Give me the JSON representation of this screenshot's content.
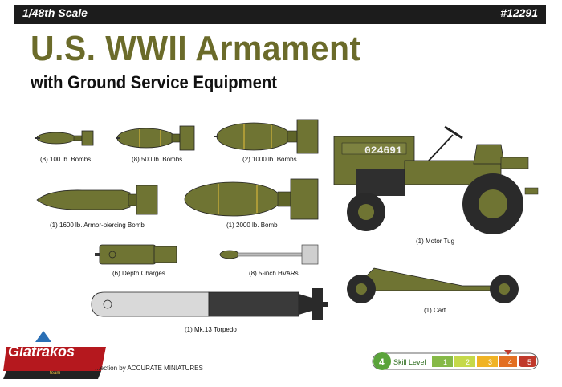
{
  "header": {
    "scale": "1/48th Scale",
    "kit_number": "#12291"
  },
  "title": "U.S. WWII Armament",
  "subtitle": "with Ground Service Equipment",
  "items": {
    "bomb_100": "(8) 100 lb. Bombs",
    "bomb_500": "(8) 500 lb. Bombs",
    "bomb_1000": "(2) 1000 lb. Bombs",
    "bomb_1600": "(1) 1600 lb. Armor-piercing Bomb",
    "bomb_2000": "(1) 2000 lb. Bomb",
    "depth": "(6) Depth Charges",
    "hvar": "(8) 5-inch HVARs",
    "torpedo": "(1) Mk.13 Torpedo",
    "tug": "(1) Motor Tug",
    "cart": "(1) Cart"
  },
  "tug_number": "024691",
  "brand": {
    "name": "Giatrakos",
    "tagline": "team"
  },
  "credit": "...ection by ACCURATE MINIATURES",
  "skill": {
    "label": "Skill Level",
    "current": "4",
    "levels": [
      "1",
      "2",
      "3",
      "4",
      "5"
    ]
  },
  "colors": {
    "olive": "#6b6b2a",
    "header_bg": "#1c1c1c",
    "skill_green": "#5aa33a",
    "skill_red": "#c0392b"
  }
}
